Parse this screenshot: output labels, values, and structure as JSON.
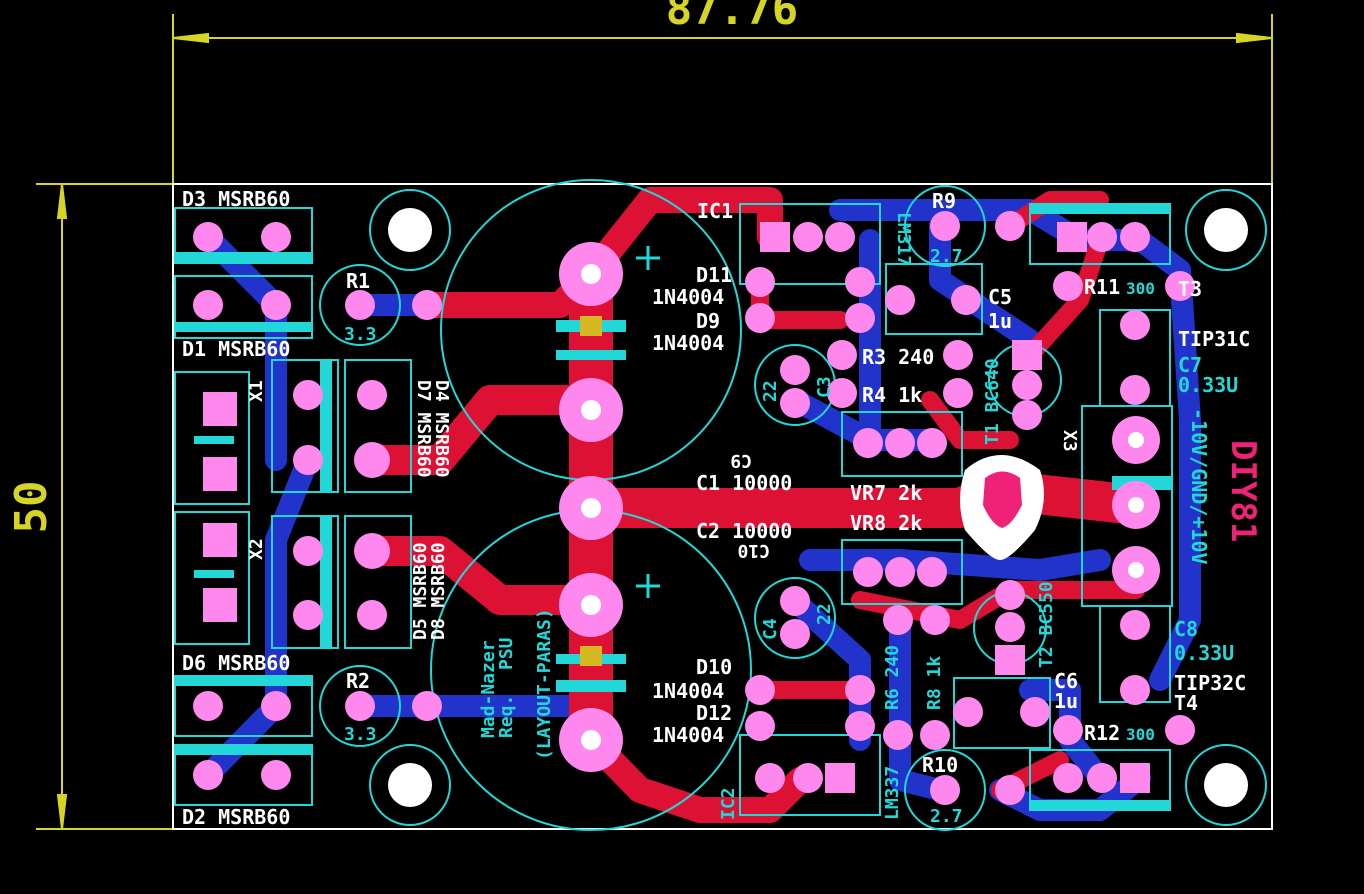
{
  "colors": {
    "background": "#000000",
    "dimension": "#d6d622",
    "outline": "#ffffff",
    "top_copper": "#dd1133",
    "bottom_copper": "#2233cc",
    "pad": "#ff88ee",
    "top_silk": "#22dddd",
    "bottom_silk": "#ffffff",
    "logo": "#ee2277"
  },
  "dimensions": {
    "width_label": "87.76",
    "height_label": "50"
  },
  "labels": {
    "d3": "D3 MSRB60",
    "d1": "D1 MSRB60",
    "d6": "D6 MSRB60",
    "d2": "D2 MSRB60",
    "r1": "R1",
    "r1_val": "3.3",
    "r2": "R2",
    "r2_val": "3.3",
    "ic1": "IC1",
    "lm317": "LM317",
    "ic2": "IC2",
    "lm337": "LM337",
    "d11": "D11",
    "d11_val": "1N4004",
    "d9": "D9",
    "d9_val": "1N4004",
    "d10": "D10",
    "d10_val": "1N4004",
    "d12": "D12",
    "d12_val": "1N4004",
    "r9": "R9",
    "r9_val": "2.7",
    "r10": "R10",
    "r10_val": "2.7",
    "c5": "C5",
    "c5_val": "1u",
    "c6": "C6",
    "c6_val": "1u",
    "r3": "R3 240",
    "r4": "R4  1k",
    "r6": "R6 240",
    "r8": "R8 1k",
    "c3_val": "22",
    "c3": "C3",
    "c4": "C4",
    "c4_val": "22",
    "c9": "C9",
    "c1": "C1 10000",
    "c2": "C2 10000",
    "c10": "C10",
    "vr7": "VR7  2k",
    "vr8": "VR8  2k",
    "t1": "T1 BC640",
    "t2": "T2 BC550",
    "r11": "R11",
    "r11_val": "300",
    "r12": "R12",
    "r12_val": "300",
    "t3": "T3",
    "t3_val": "TIP31C",
    "t4": "T4",
    "t4_val": "TIP32C",
    "c7": "C7",
    "c7_val": "0.33U",
    "c8": "C8",
    "c8_val": "0.33U",
    "x1": "X1",
    "x2": "X2",
    "x3": "X3",
    "outputs": "-10V/GND/+10V",
    "d7": "D7 MSRB60",
    "d4": "D4 MSRB60",
    "d5": "D5 MSRB60",
    "d8": "D8 MSRB60",
    "credit1": "Mad-Nazer",
    "credit2": "PSU",
    "credit3": "Req.",
    "credit4": "(LAYOUT-PARAS)",
    "brand": "DIY81"
  }
}
